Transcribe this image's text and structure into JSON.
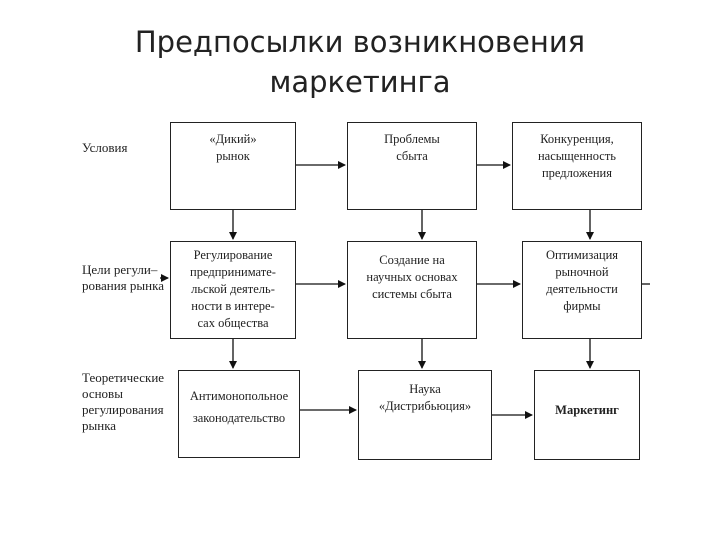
{
  "title": {
    "line1": "Предпосылки возникновения",
    "line2": "маркетинга"
  },
  "row_labels": [
    {
      "lines": [
        "Условия"
      ]
    },
    {
      "lines": [
        "Цели регули–",
        "рования рынка"
      ]
    },
    {
      "lines": [
        "Теоретические",
        "основы",
        "регулирования",
        "рынка"
      ]
    }
  ],
  "boxes": {
    "r1c1": {
      "lines": [
        "«Дикий»",
        "рынок"
      ]
    },
    "r1c2": {
      "lines": [
        "Проблемы",
        "сбыта"
      ]
    },
    "r1c3": {
      "lines": [
        "Конкуренция,",
        "насыщенность",
        "предложения"
      ]
    },
    "r2c1": {
      "lines": [
        "Регулирование",
        "предпринимате-",
        "льской деятель-",
        "ности в интере-",
        "сах общества"
      ]
    },
    "r2c2": {
      "lines": [
        "Создание на",
        "научных основах",
        "системы сбыта"
      ]
    },
    "r2c3": {
      "lines": [
        "Оптимизация",
        "рыночной",
        "деятельности",
        "фирмы"
      ]
    },
    "r3c1": {
      "lines": [
        "Антимонопольное",
        "законодательство"
      ]
    },
    "r3c2": {
      "lines": [
        "Наука",
        "«Дистрибьюция»"
      ]
    },
    "r3c3": {
      "lines": [
        "Маркетинг"
      ]
    }
  }
}
